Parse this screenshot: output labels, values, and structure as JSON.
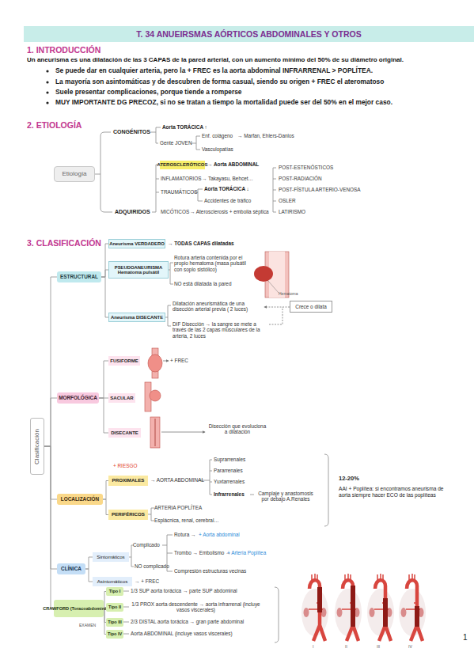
{
  "diagram": {
    "title": "T. 34 ANUEIRSMAS AÓRTICOS ABDOMINALES Y OTROS",
    "nodes": [
      {
        "text": [
          "Etiología"
        ]
      },
      {
        "text": [
          "ATEROSCLERÓTICOS"
        ]
      },
      {
        "text": [
          "Clasificación"
        ]
      },
      {
        "text": [
          "ESTRUCTURAL"
        ]
      },
      {
        "text": [
          "Aneurisma VERDADERO"
        ]
      },
      {
        "text": [
          "PSEUDOANEURISMA",
          "Hematoma pulsátil"
        ]
      },
      {
        "text": [
          "Aneurisma DISECANTE"
        ]
      },
      {
        "text": [
          "Crece o dilata"
        ]
      },
      {
        "text": [
          "MORFOLÓGICA"
        ]
      },
      {
        "text": [
          "FUSIFORME"
        ]
      },
      {
        "text": [
          "SACULAR"
        ]
      },
      {
        "text": [
          "DISECANTE"
        ]
      },
      {
        "text": [
          "LOCALIZACIÓN"
        ]
      },
      {
        "text": [
          "PROXIMALES"
        ]
      },
      {
        "text": [
          "PERIFÉRICOS"
        ]
      },
      {
        "text": [
          "CLÍNICA"
        ]
      },
      {
        "text": [
          "Sintomáticos"
        ]
      },
      {
        "text": [
          "Asintomáticos"
        ]
      },
      {
        "text": [
          "CRAWFORD (Toracoabdominales)"
        ]
      },
      {
        "text": [
          "Tipo I"
        ]
      },
      {
        "text": [
          "Tipo II"
        ]
      },
      {
        "text": [
          "Tipo III"
        ]
      },
      {
        "text": [
          "Tipo IV"
        ]
      }
    ],
    "edges": [
      {
        "from": 2,
        "to": 3,
        "arrow": "none"
      },
      {
        "from": 2,
        "to": 8,
        "arrow": "none"
      },
      {
        "from": 2,
        "to": 12,
        "arrow": "none"
      },
      {
        "from": 2,
        "to": 15,
        "arrow": "none"
      },
      {
        "from": 2,
        "to": 18,
        "arrow": "none"
      },
      {
        "from": 3,
        "to": 4,
        "arrow": "none"
      },
      {
        "from": 3,
        "to": 5,
        "arrow": "none"
      },
      {
        "from": 3,
        "to": 6,
        "arrow": "none"
      },
      {
        "from": 8,
        "to": 9,
        "arrow": "none"
      },
      {
        "from": 8,
        "to": 10,
        "arrow": "none"
      },
      {
        "from": 8,
        "to": 11,
        "arrow": "none"
      },
      {
        "from": 12,
        "to": 13,
        "arrow": "none"
      },
      {
        "from": 12,
        "to": 14,
        "arrow": "none"
      },
      {
        "from": 15,
        "to": 16,
        "arrow": "none"
      },
      {
        "from": 15,
        "to": 17,
        "arrow": "none"
      },
      {
        "from": 18,
        "to": 19,
        "arrow": "none"
      },
      {
        "from": 18,
        "to": 20,
        "arrow": "none"
      },
      {
        "from": 18,
        "to": 21,
        "arrow": "none"
      },
      {
        "from": 18,
        "to": 22,
        "arrow": "none"
      }
    ],
    "labels": [
      "1. INTRODUCCIÓN",
      "Un aneurisma es una dilatación de las 3 CAPAS de la pared arterial, con un aumento mínimo del 50% de su diámetro original.",
      "Se puede dar en cualquier arteria, pero la + FREC es la aorta abdominal INFRARRENAL > POPLÍTEA.",
      "La mayoría son asintomáticas y de descubren de forma casual, siendo su origen + FREC el ateromatoso",
      "Suele presentar complicaciones, porque tiende a romperse",
      "MUY IMPORTANTE DG PRECOZ, si no se tratan a tiempo la mortalidad puede ser del 50% en el mejor caso.",
      "2. ETIOLOGÍA",
      "CONGÉNITOS",
      "Aorta TORÁCICA ↑",
      "Gente JOVEN",
      "Enf. colágeno",
      "→ Marfan, Ehlers-Danlos",
      "Vasculopatías",
      "→ Aorta ABDOMINAL",
      "INFLAMATORIOS",
      "→ Takayasu, Behcet…",
      "TRAUMÁTICOS",
      "Aorta TORÁCICA ↓",
      "Accidentes de tráfico",
      "ADQUIRIDOS",
      "MICÓTICOS",
      "→ Aterosclerosis + embolia séptica",
      "POST-ESTENÓSTICOS",
      "POST-RADIACIÓN",
      "POST-FÍSTULA ARTERIO-VENOSA",
      "OSLER",
      "LATIRISMO",
      "3. CLASIFICACIÓN",
      "→ TODAS CAPAS dilatadas",
      "Rotura arteria contenida por el propio hematoma (masa pulsátil con soplo sistólico)",
      "NO está dilatada la pared",
      "Hematoma",
      "Dilatación aneurismática de una disección arterial previa ( 2 luces)",
      "DIF Disección → la sangre se mete a través de las 2 capas musculares de la arteria, 2 luces",
      "+ FREC",
      "Disección que evoluciona a dilatación",
      "+ RIESGO",
      "→ AORTA ABDOMINAL",
      "Suprarrenales",
      "Pararrenales",
      "Yuxtarrenales",
      "Infrarrenales",
      "Camplaje y anastomosis por debajo A.Renales",
      "ARTERIA POPLÍTEA",
      "Esplácnica, renal, cerebral…",
      "12-20%",
      "AAI + Poplítea: si encontramos aneurisma de aorta siempre hacer ECO de las poplíteas",
      "Rotura →",
      "+ Aorta abdominal",
      "Complicado",
      "Trombo → Embolismo →",
      "+ Arteria Poplítea",
      "Compresión estructuras vecinas",
      "NO complicado",
      "→ + FREC",
      "EXAMEN",
      "1/3 SUP aorta torácica → parte SUP abdominal",
      "1/3 PROX aorta descendente → aorta infrarrenal (incluye vasos viscerales)",
      "2/3 DISTAL aorta torácica → gran parte abdominal",
      "Aorta ABDOMINAL (incluye vasos viscerales)",
      "I",
      "II",
      "III",
      "IV",
      "1"
    ]
  }
}
